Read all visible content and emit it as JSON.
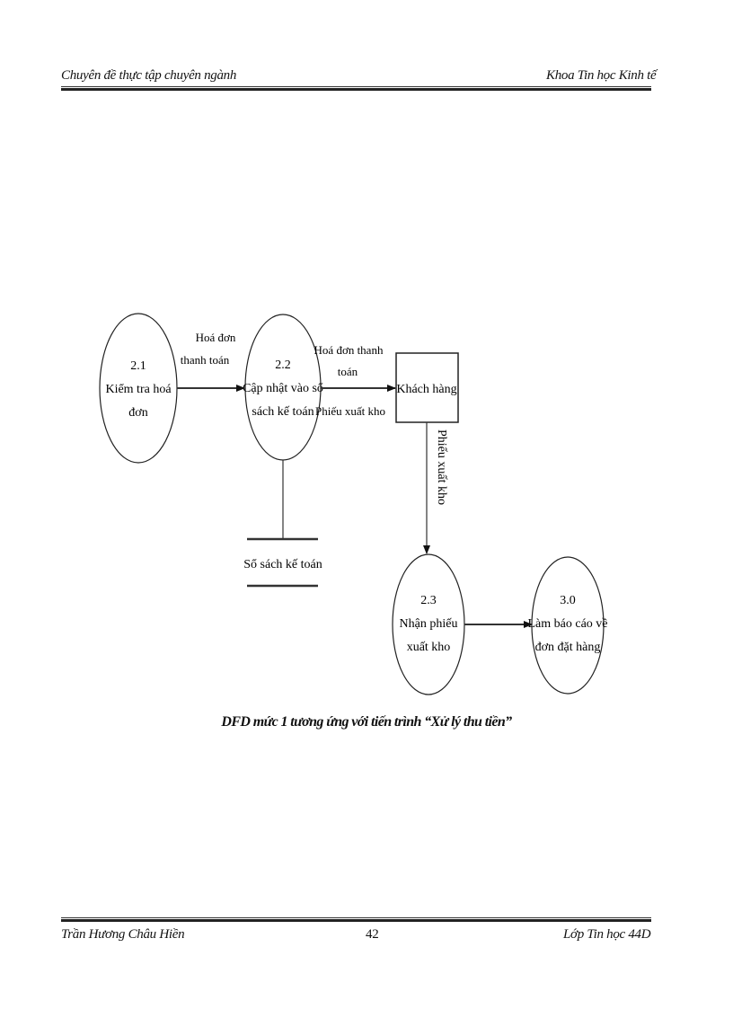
{
  "header": {
    "left": "Chuyên đề thực tập chuyên ngành",
    "right": "Khoa Tin học Kinh tế"
  },
  "footer": {
    "left": "Trần Hương Châu Hiền",
    "page_number": "42",
    "right": "Lớp Tin học 44D"
  },
  "diagram": {
    "processes": [
      {
        "id": "2.1",
        "line1": "Kiểm tra hoá",
        "line2": "đơn"
      },
      {
        "id": "2.2",
        "line1": "Cập nhật vào sổ",
        "line2": "sách kế toán"
      },
      {
        "id": "2.3",
        "line1": "Nhận phiếu",
        "line2": "xuất kho"
      },
      {
        "id": "3.0",
        "line1": "Làm báo cáo về",
        "line2": "đơn đặt hàng"
      }
    ],
    "entity": {
      "label": "Khách hàng"
    },
    "data_store": {
      "label": "Sổ sách kế toán"
    },
    "flows": [
      {
        "from": "2.1",
        "to": "2.2",
        "line1": "Hoá đơn",
        "line2": "thanh toán"
      },
      {
        "from": "2.2",
        "to": "Khách hàng",
        "line1": "Hoá đơn thanh",
        "line2": "toán",
        "line3": "Phiếu xuất kho"
      },
      {
        "from": "Khách hàng",
        "to": "2.3",
        "label": "Phiếu xuất kho"
      },
      {
        "from": "2.3",
        "to": "3.0",
        "label": ""
      },
      {
        "from": "2.2",
        "to": "Sổ sách kế toán",
        "label": ""
      }
    ]
  },
  "caption": "DFD mức 1 tương ứng với tiến trình “Xử lý thu tiền”"
}
